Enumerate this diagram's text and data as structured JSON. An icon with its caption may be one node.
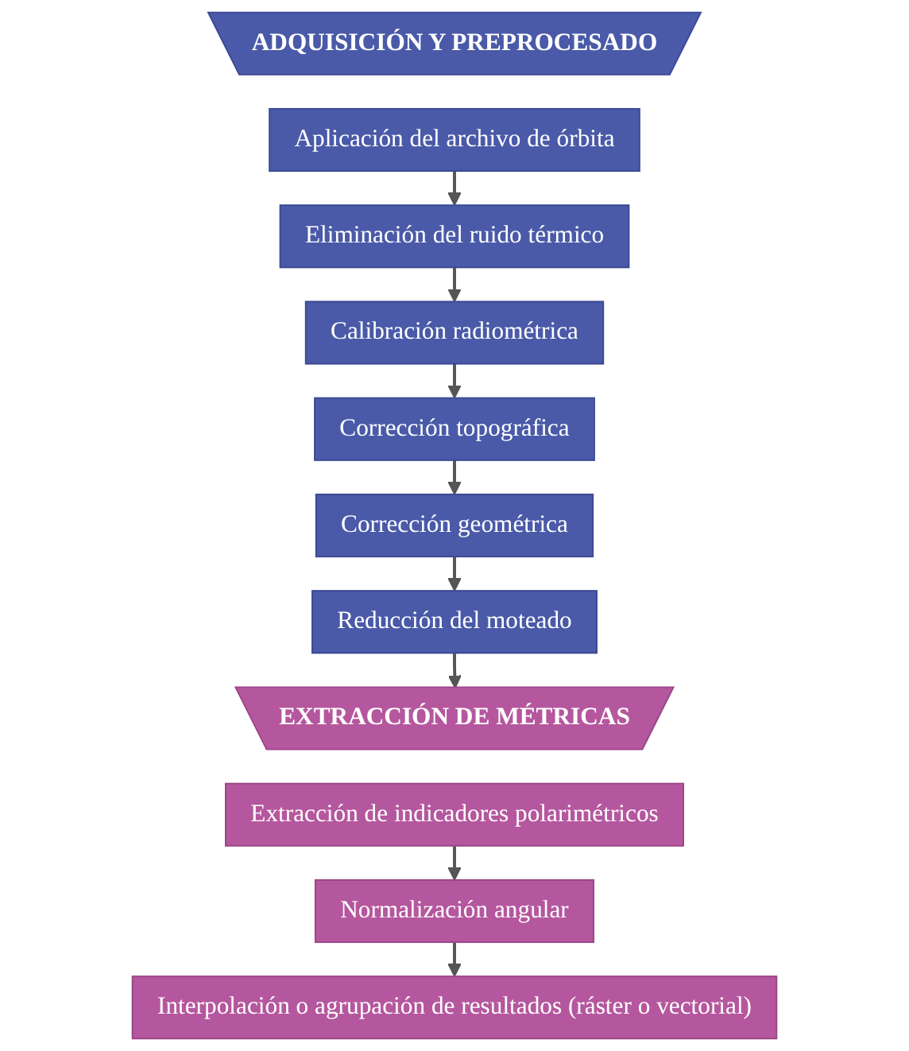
{
  "diagram": {
    "nodes": [
      {
        "text": [
          "ADQUISICIÓN  Y PREPROCESADO"
        ]
      },
      {
        "text": [
          "Aplicación del archivo de órbita"
        ]
      },
      {
        "text": [
          "Eliminación del ruido térmico"
        ]
      },
      {
        "text": [
          "Calibración radiométrica"
        ]
      },
      {
        "text": [
          "Corrección topográfica"
        ]
      },
      {
        "text": [
          "Corrección geométrica"
        ]
      },
      {
        "text": [
          "Reducción del moteado"
        ]
      },
      {
        "text": [
          "EXTRACCIÓN DE MÉTRICAS"
        ]
      },
      {
        "text": [
          "Extracción de indicadores polarimétricos"
        ]
      },
      {
        "text": [
          "Normalización angular"
        ]
      },
      {
        "text": [
          "Interpolación o agrupación de resultados (ráster o vectorial)"
        ]
      }
    ],
    "edges": [
      {
        "from": 1,
        "to": 2,
        "arrow": "to"
      },
      {
        "from": 2,
        "to": 3,
        "arrow": "to"
      },
      {
        "from": 3,
        "to": 4,
        "arrow": "to"
      },
      {
        "from": 4,
        "to": 5,
        "arrow": "to"
      },
      {
        "from": 5,
        "to": 6,
        "arrow": "to"
      },
      {
        "from": 6,
        "to": 7,
        "arrow": "to"
      },
      {
        "from": 8,
        "to": 9,
        "arrow": "to"
      },
      {
        "from": 9,
        "to": 10,
        "arrow": "to"
      }
    ]
  }
}
